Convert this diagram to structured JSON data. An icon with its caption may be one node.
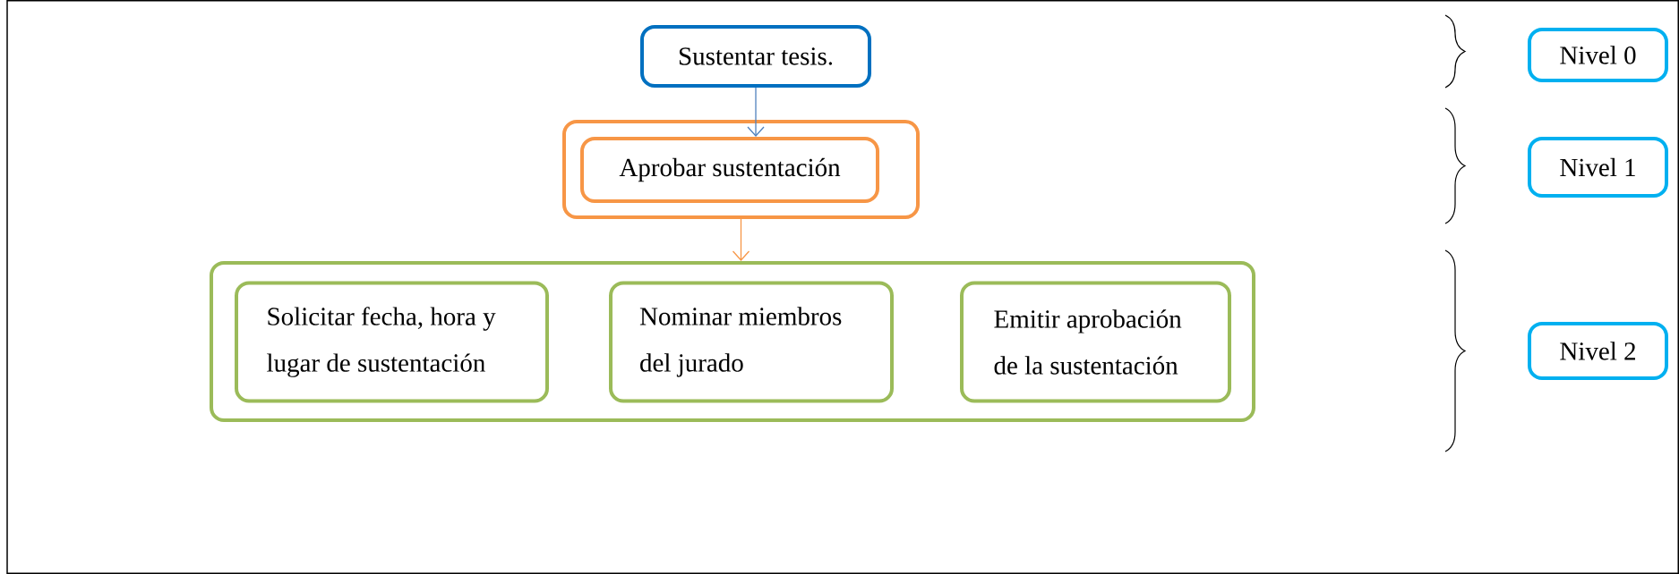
{
  "diagram": {
    "nodes": [
      {
        "text": [
          "Sustentar tesis."
        ]
      },
      {
        "text": [],
        "shape": "box"
      },
      {
        "text": [
          "Aprobar sustentación"
        ],
        "in": 1
      },
      {
        "text": [],
        "shape": "box"
      },
      {
        "text": [
          "Solicitar fecha, hora y lugar de sustentación"
        ],
        "in": 3
      },
      {
        "text": [
          "Nominar miembros del jurado"
        ],
        "in": 3
      },
      {
        "text": [
          "Emitir aprobación de la sustentación"
        ],
        "in": 3
      },
      {
        "text": [
          "Nivel 0"
        ]
      },
      {
        "text": [
          "Nivel 1"
        ]
      },
      {
        "text": [
          "Nivel 2"
        ]
      }
    ],
    "edges": [
      {
        "from": 0,
        "to": 2,
        "arrow": "to",
        "color": "#4f81bd"
      },
      {
        "from": 1,
        "to": 3,
        "arrow": "to",
        "color": "#f79646"
      }
    ]
  }
}
